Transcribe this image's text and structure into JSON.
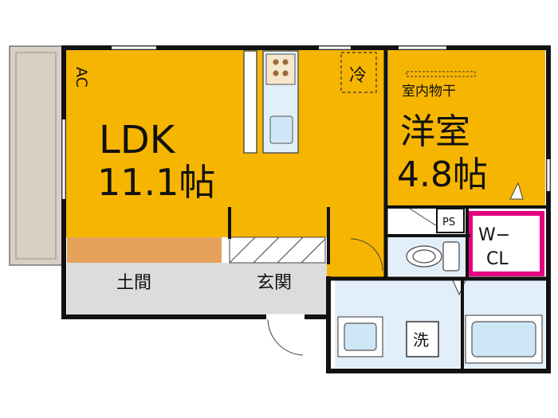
{
  "rooms": {
    "ldk_name": "LDK",
    "ldk_size": "11.1帖",
    "western_name": "洋室",
    "western_size": "4.8帖",
    "entrance": "玄関",
    "doma": "土間"
  },
  "fixtures": {
    "ac": "AC",
    "fridge": "冷",
    "indoor_drying": "室内物干",
    "ps": "PS",
    "washer": "洗",
    "walk_in_closet": "W−CL"
  },
  "colors": {
    "floor": "#F6B500",
    "wet_area": "#E2EFFB",
    "genkan": "#DCDCDC",
    "closet_accent": "#E4007F",
    "step": "#E6A25A",
    "balcony": "#D9CFC4",
    "wall": "#111111"
  }
}
